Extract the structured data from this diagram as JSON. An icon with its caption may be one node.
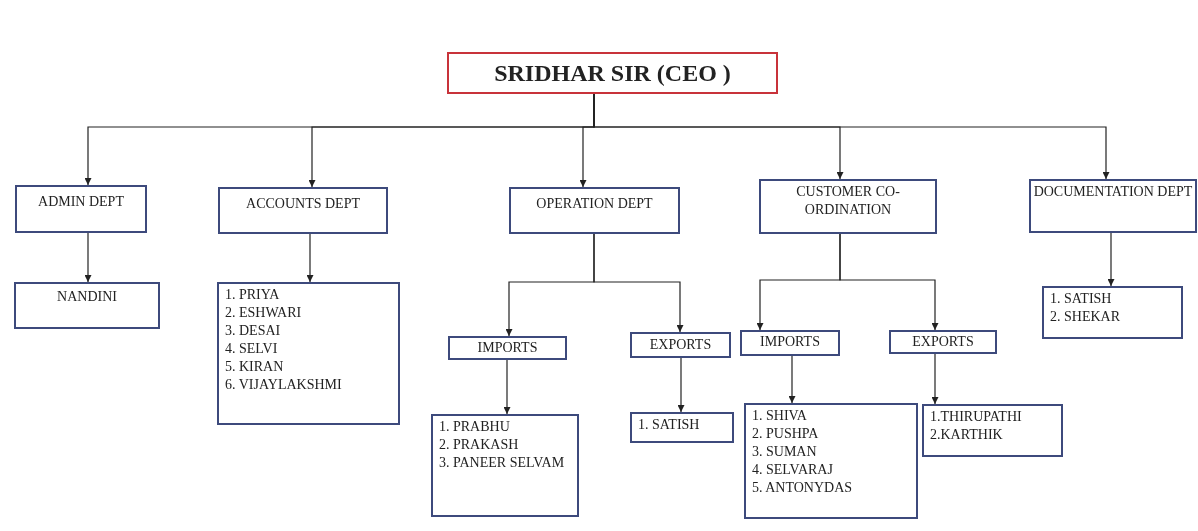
{
  "diagram": {
    "nodes": [
      {
        "text": [
          "SRIDHAR SIR (CEO )"
        ]
      },
      {
        "text": [
          "ADMIN DEPT"
        ]
      },
      {
        "text": [
          "ACCOUNTS DEPT"
        ]
      },
      {
        "text": [
          "OPERATION DEPT"
        ]
      },
      {
        "text": [
          "CUSTOMER CO-ORDINATION"
        ]
      },
      {
        "text": [
          "DOCUMENTATION DEPT"
        ]
      },
      {
        "text": [
          "NANDINI"
        ]
      },
      {
        "text": [
          "1. PRIYA",
          "2. ESHWARI",
          "3. DESAI",
          "4. SELVI",
          "5. KIRAN",
          "6. VIJAYLAKSHMI"
        ]
      },
      {
        "text": [
          "IMPORTS"
        ]
      },
      {
        "text": [
          "EXPORTS"
        ]
      },
      {
        "text": [
          "1. PRABHU",
          "2. PRAKASH",
          "3. PANEER SELVAM"
        ]
      },
      {
        "text": [
          "1. SATISH"
        ]
      },
      {
        "text": [
          "IMPORTS"
        ]
      },
      {
        "text": [
          "EXPORTS"
        ]
      },
      {
        "text": [
          "1. SHIVA",
          "2. PUSHPA",
          "3. SUMAN",
          "4. SELVARAJ",
          "5. ANTONYDAS"
        ]
      },
      {
        "text": [
          "1.THIRUPATHI",
          "2.KARTHIK"
        ]
      },
      {
        "text": [
          "1. SATISH",
          "2. SHEKAR"
        ]
      }
    ],
    "edges": [
      {
        "from": 0,
        "to": 1,
        "arrow": "to"
      },
      {
        "from": 0,
        "to": 2,
        "arrow": "to"
      },
      {
        "from": 0,
        "to": 3,
        "arrow": "to"
      },
      {
        "from": 0,
        "to": 4,
        "arrow": "to"
      },
      {
        "from": 0,
        "to": 5,
        "arrow": "to"
      },
      {
        "from": 1,
        "to": 6,
        "arrow": "to"
      },
      {
        "from": 2,
        "to": 7,
        "arrow": "to"
      },
      {
        "from": 3,
        "to": 8,
        "arrow": "to"
      },
      {
        "from": 3,
        "to": 9,
        "arrow": "to"
      },
      {
        "from": 8,
        "to": 10,
        "arrow": "to"
      },
      {
        "from": 9,
        "to": 11,
        "arrow": "to"
      },
      {
        "from": 4,
        "to": 12,
        "arrow": "to"
      },
      {
        "from": 4,
        "to": 13,
        "arrow": "to"
      },
      {
        "from": 12,
        "to": 14,
        "arrow": "to"
      },
      {
        "from": 13,
        "to": 15,
        "arrow": "to"
      },
      {
        "from": 5,
        "to": 16,
        "arrow": "to"
      }
    ]
  }
}
